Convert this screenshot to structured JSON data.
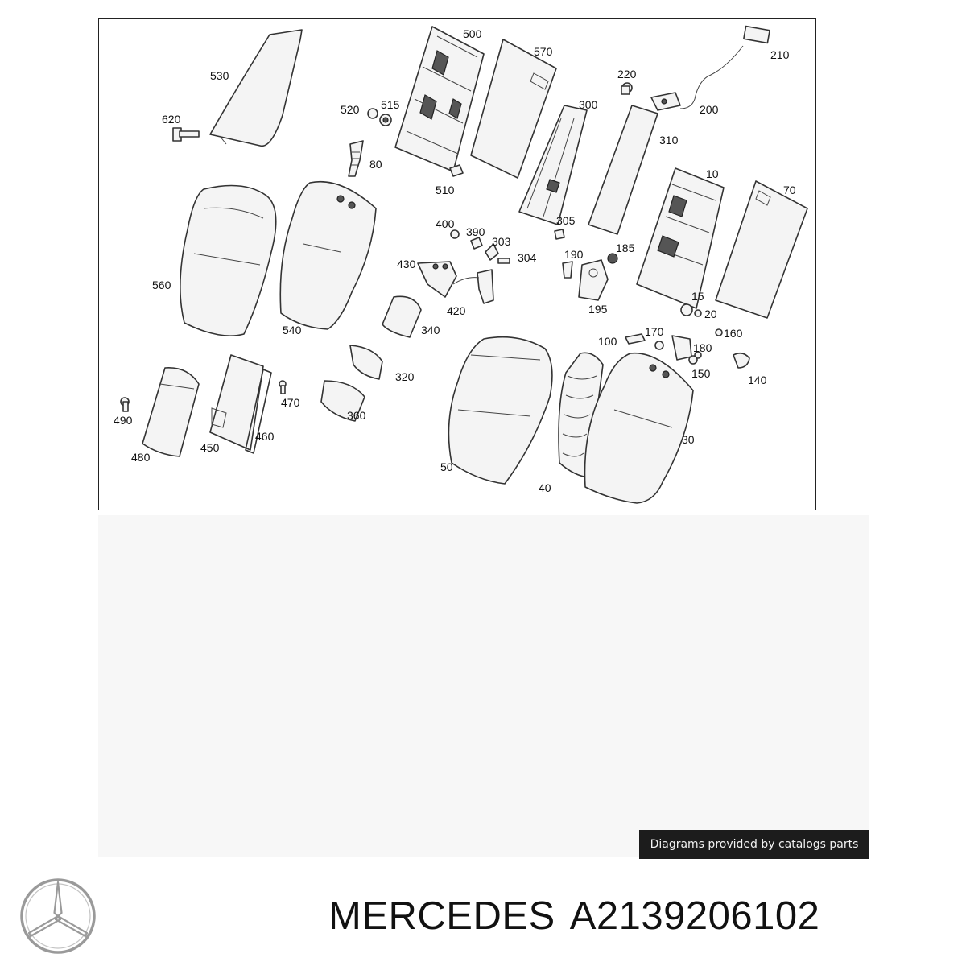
{
  "diagram": {
    "callouts": [
      "530",
      "500",
      "570",
      "210",
      "620",
      "520",
      "515",
      "220",
      "200",
      "300",
      "80",
      "310",
      "510",
      "10",
      "70",
      "400",
      "390",
      "303",
      "430",
      "304",
      "305",
      "560",
      "190",
      "185",
      "540",
      "15",
      "20",
      "420",
      "195",
      "340",
      "100",
      "170",
      "160",
      "180",
      "150",
      "140",
      "320",
      "490",
      "470",
      "460",
      "480",
      "450",
      "360",
      "30",
      "50",
      "40"
    ]
  },
  "credit": {
    "text": "Diagrams provided by catalogs parts"
  },
  "footer": {
    "brand": "MERCEDES",
    "part_number": "A2139206102"
  },
  "logo": {
    "icon": "mercedes-star-icon",
    "color": "#9a9a9a"
  }
}
